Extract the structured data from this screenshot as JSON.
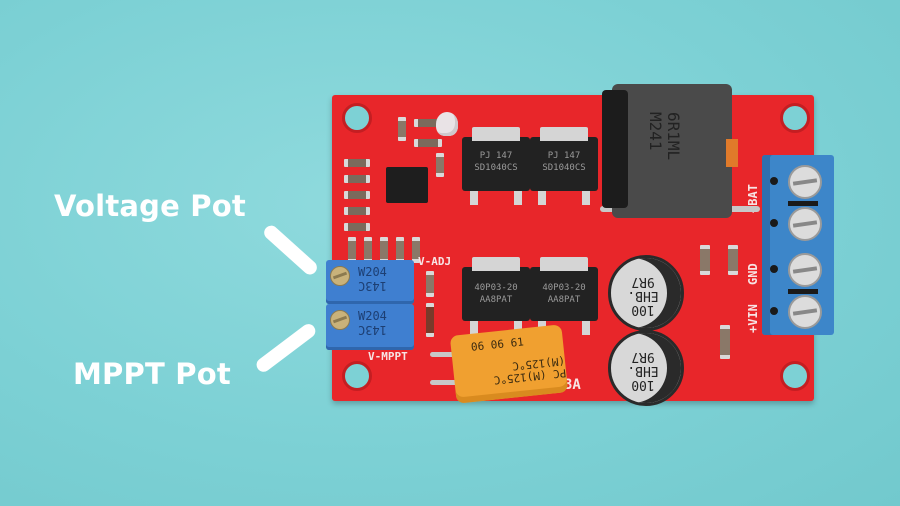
{
  "scene": {
    "background_color": "#7fd3d6",
    "board_color": "#e8262a",
    "description": "Red MPPT solar charge controller circuit board on teal background with two callout labels"
  },
  "callouts": [
    {
      "label": "Voltage Pot",
      "target": "upper trimmer potentiometer"
    },
    {
      "label": "MPPT Pot",
      "target": "lower trimmer potentiometer"
    }
  ],
  "board": {
    "potentiometers": [
      {
        "marking_line1": "W204",
        "marking_line2": "143C"
      },
      {
        "marking_line1": "W204",
        "marking_line2": "143C"
      }
    ],
    "silkscreen": {
      "v_adj": "V-ADJ",
      "v_mppt": "V-MPPT",
      "bat": "+BAT",
      "gnd": "GND",
      "vin": "+VIN",
      "current_rating_partial": "3A"
    },
    "diodes": [
      {
        "line1": "PJ  147",
        "line2": "SD1040CS"
      },
      {
        "line1": "PJ  147",
        "line2": "SD1040CS"
      }
    ],
    "mosfets": [
      {
        "line1": "40P03-20",
        "line2": "AA8PAT"
      },
      {
        "line1": "40P03-20",
        "line2": "AA8PAT"
      }
    ],
    "inductor": {
      "line1": "6R1ML",
      "line2": "M241"
    },
    "electrolytic_caps": [
      {
        "line1": "100",
        "line2": "EHB.",
        "line3": "9R7"
      },
      {
        "line1": "100",
        "line2": "EHB.",
        "line3": "9R7"
      }
    ],
    "tantalum_cap": {
      "text_top": "06  06  61",
      "text_mid": "PC (M)125°C (M)125°C"
    }
  }
}
